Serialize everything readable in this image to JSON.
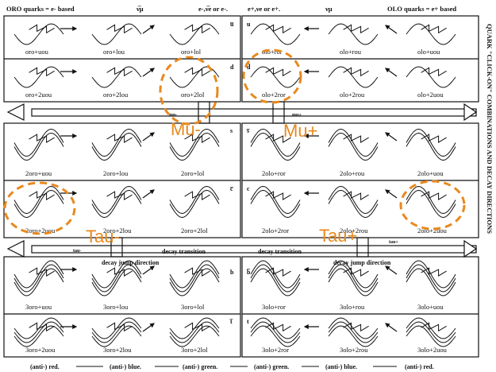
{
  "header": {
    "left": "ORO quarks = e- based",
    "nu_bar": "ν̅μ",
    "e_minus": "e-,ν̅e or e-.",
    "e_plus": "e+,νe or e+.",
    "nu": "νμ",
    "right": "OLO quarks = e+ based"
  },
  "side_title": "QUARK \"CLICK-ON\" COMBINATIONS AND DECAY DIRECTIONS",
  "quark_tags": {
    "u_bar": "u̅",
    "u": "u",
    "d_bar": "d̅",
    "d": "d",
    "s": "s",
    "s_bar": "s̅",
    "c_bar": "c̅",
    "c": "c",
    "b": "b",
    "b_bar": "b̅",
    "t_bar": "t̅",
    "t": "t"
  },
  "rows": [
    {
      "labels_left": [
        "oro+uou",
        "oro+lou",
        "oro+lol"
      ],
      "labels_right": [
        "olo+ror",
        "olo+rou",
        "olo+uou"
      ],
      "prefix": ""
    },
    {
      "labels_left": [
        "oro+2uou",
        "oro+2lou",
        "oro+2lol"
      ],
      "labels_right": [
        "olo+2ror",
        "olo+2rou",
        "olo+2uou"
      ],
      "prefix": ""
    },
    {
      "labels_left": [
        "2oro+uou",
        "2oro+lou",
        "2oro+lol"
      ],
      "labels_right": [
        "2olo+ror",
        "2olo+rou",
        "2olo+uou"
      ],
      "prefix": ""
    },
    {
      "labels_left": [
        "2oro+2uou",
        "2oro+2lou",
        "2oro+2lol"
      ],
      "labels_right": [
        "2olo+2ror",
        "2olo+2rou",
        "2olo+2uou"
      ],
      "prefix": ""
    },
    {
      "labels_left": [
        "3oro+uou",
        "3oro+lou",
        "3oro+lol"
      ],
      "labels_right": [
        "3olo+ror",
        "3olo+rou",
        "3olo+uou"
      ],
      "prefix": ""
    },
    {
      "labels_left": [
        "3oro+2uou",
        "3oro+2lou",
        "3oro+2lol"
      ],
      "labels_right": [
        "3olo+2ror",
        "3olo+2rou",
        "3olo+2uou"
      ],
      "prefix": ""
    }
  ],
  "band_labels": {
    "mu_minus_small": "mu-",
    "mu_plus_small": "mu+",
    "tau_minus_small": "tau-",
    "tau_plus_small": "tau+",
    "decay_transition_left": "decay transition",
    "decay_transition_right": "decay transition",
    "decay_jump_left": "decay jump direction",
    "decay_jump_right": "decay jump direction"
  },
  "overlay": {
    "mu_minus": "Mu-",
    "mu_plus": "Mu+",
    "tau_minus": "Tau-",
    "tau_plus": "Tau+",
    "color": "#e8891d"
  },
  "footer": {
    "c1": "(anti-) red.",
    "c2": "(anti-) blue.",
    "c3": "(anti-) green.",
    "c4": "(anti-) green.",
    "c5": "(anti-) blue.",
    "c6": "(anti-) red."
  }
}
